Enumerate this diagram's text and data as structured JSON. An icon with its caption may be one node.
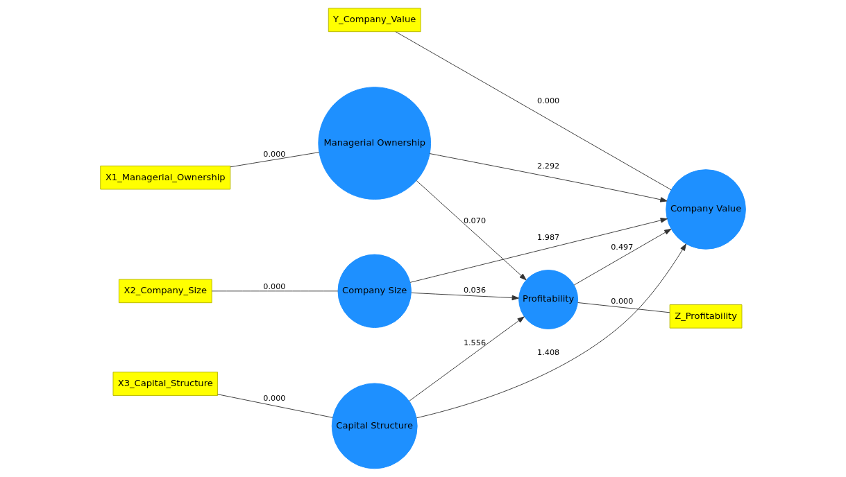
{
  "diagram": {
    "nodes": [
      {
        "text": [
          "Y_Company_Value"
        ]
      },
      {
        "text": [
          "X1_Managerial_Ownership"
        ]
      },
      {
        "text": [
          "Managerial Ownership"
        ]
      },
      {
        "text": [
          "Company Value"
        ]
      },
      {
        "text": [
          "X2_Company_Size"
        ]
      },
      {
        "text": [
          "Company Size"
        ]
      },
      {
        "text": [
          "X3_Capital_Structure"
        ]
      },
      {
        "text": [
          "Capital Structure"
        ]
      },
      {
        "text": [
          "Profitability"
        ]
      },
      {
        "text": [
          "Z_Profitability"
        ]
      }
    ],
    "edges": [
      {
        "from": 1,
        "to": 2,
        "arrow": "none",
        "label": "0.000"
      },
      {
        "from": 4,
        "to": 5,
        "arrow": "none",
        "label": "0.000"
      },
      {
        "from": 6,
        "to": 7,
        "arrow": "none",
        "label": "0.000"
      },
      {
        "from": 0,
        "to": 3,
        "arrow": "none",
        "label": "0.000"
      },
      {
        "from": 8,
        "to": 9,
        "arrow": "none",
        "label": "0.000"
      },
      {
        "from": 2,
        "to": 3,
        "arrow": "to",
        "label": "2.292"
      },
      {
        "from": 5,
        "to": 3,
        "arrow": "to",
        "label": "1.987"
      },
      {
        "from": 7,
        "to": 3,
        "arrow": "to",
        "label": "1.408"
      },
      {
        "from": 8,
        "to": 3,
        "arrow": "to",
        "label": "0.497"
      },
      {
        "from": 2,
        "to": 8,
        "arrow": "to",
        "label": "0.070"
      },
      {
        "from": 5,
        "to": 8,
        "arrow": "to",
        "label": "0.036"
      },
      {
        "from": 7,
        "to": 8,
        "arrow": "to",
        "label": "1.556"
      }
    ]
  }
}
